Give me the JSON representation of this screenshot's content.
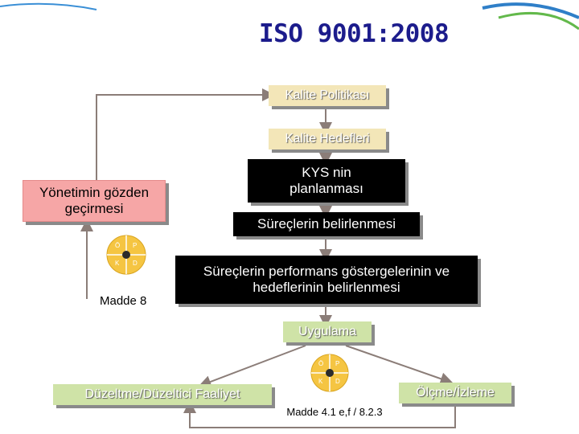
{
  "title": "ISO 9001:2008",
  "boxes": {
    "quality_policy": "Kalite Politikası",
    "quality_objectives": "Kalite Hedefleri",
    "qms_planning": "KYS nin planlanması",
    "management_review": "Yönetimin gözden geçirmesi",
    "process_identification": "Süreçlerin belirlenmesi",
    "process_kpis": "Süreçlerin performans göstergelerinin ve hedeflerinin belirlenmesi",
    "implementation": "Uygulama",
    "corrective_action": "Düzeltme/Düzeltici Faaliyet",
    "measurement": "Ölçme/İzleme"
  },
  "labels": {
    "clause_8": "Madde 8",
    "clause_4_1": "Madde 4.1 e,f / 8.2.3"
  },
  "pdca": {
    "p": "P",
    "d": "D",
    "c": "K",
    "a": "Ö"
  },
  "colors": {
    "title": "#1c1c8c",
    "arrow": "#8b7d78",
    "tan_box": "#f3e6b8",
    "pink_box": "#f6a6a6",
    "green_box": "#cfe3a7",
    "pdca_fill": "#f5c542"
  }
}
